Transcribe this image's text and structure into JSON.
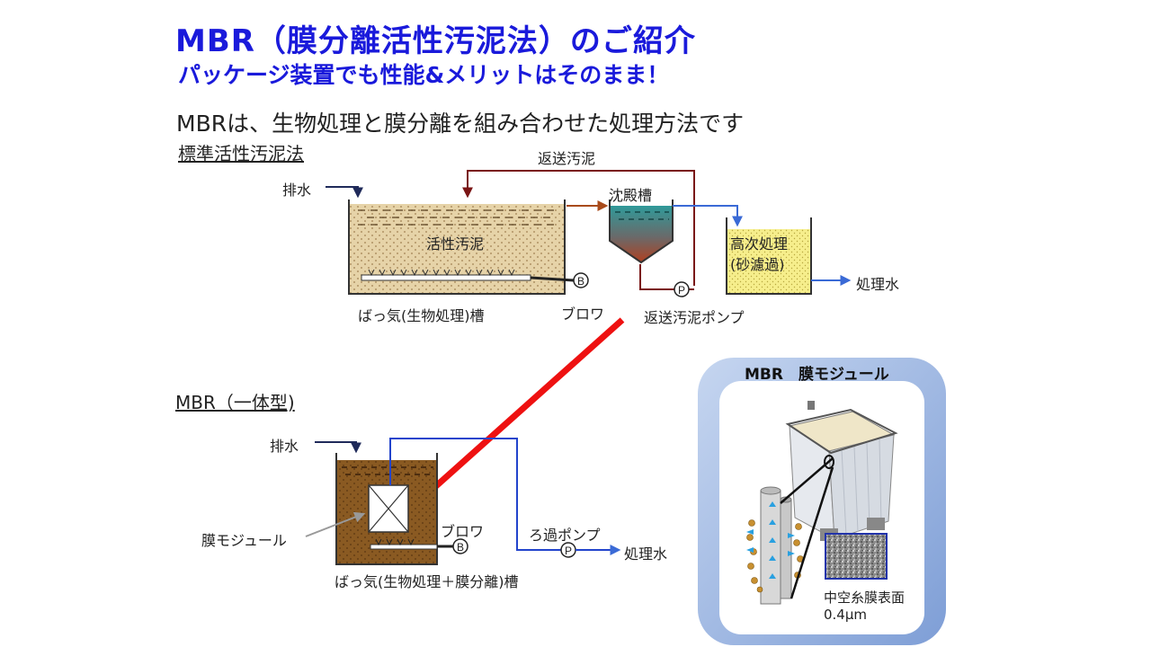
{
  "title": "MBR（膜分離活性汚泥法）のご紹介",
  "subtitle": "パッケージ装置でも性能&メリットはそのまま！",
  "lead": "MBRは、生物処理と膜分離を組み合わせた処理方法です",
  "standard": {
    "heading": "標準活性汚泥法",
    "return_sludge": "返送汚泥",
    "inflow": "排水",
    "clarifier": "沈殿槽",
    "activated_sludge": "活性汚泥",
    "advanced_line1": "高次処理",
    "advanced_line2": "(砂濾過)",
    "treated_water": "処理水",
    "aeration_tank": "ばっ気(生物処理)槽",
    "blower": "ブロワ",
    "return_pump": "返送汚泥ポンプ"
  },
  "mbr": {
    "heading": "MBR（一体型)",
    "inflow": "排水",
    "membrane_module": "膜モジュール",
    "blower": "ブロワ",
    "filtration_pump": "ろ過ポンプ",
    "treated_water": "処理水",
    "tank": "ばっ気(生物処理＋膜分離)槽"
  },
  "module_panel": {
    "title": "MBR　膜モジュール",
    "surface_label": "中空糸膜表面",
    "pore_size": "0.4μm"
  },
  "symbols": {
    "blower": "B",
    "pump": "P"
  }
}
